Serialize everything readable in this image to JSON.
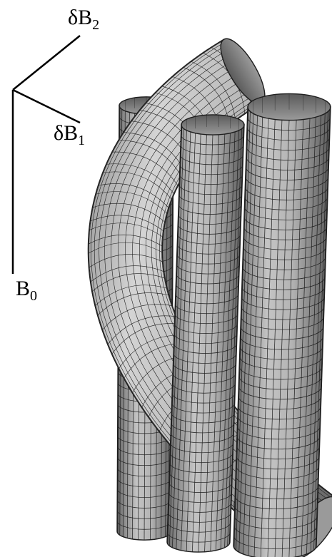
{
  "axes": {
    "delta_b2": {
      "symbol": "δB",
      "subscript": "2"
    },
    "delta_b1": {
      "symbol": "δB",
      "subscript": "1"
    },
    "b0": {
      "symbol": "B",
      "subscript": "0"
    }
  },
  "colors": {
    "tube_light": "#d2d2d2",
    "tube_mid": "#a6a6a6",
    "tube_dark": "#5e5e5e",
    "mesh": "#1e1e1e",
    "axis": "#000000"
  }
}
